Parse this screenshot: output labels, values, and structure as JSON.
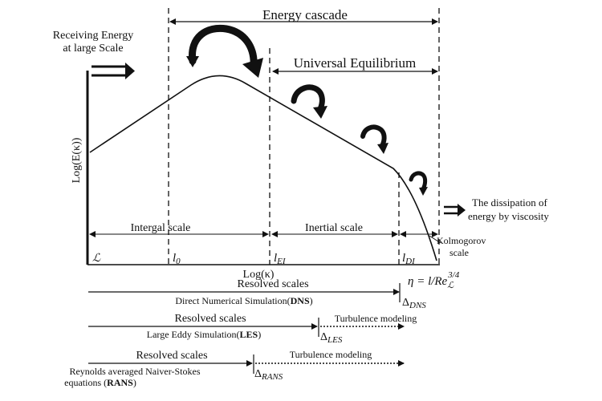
{
  "labels": {
    "energy_cascade": "Energy cascade",
    "receiving_line1": "Receiving Energy",
    "receiving_line2": "at large Scale",
    "universal_equilibrium": "Universal Equilibrium",
    "y_axis": "Log(E(κ))",
    "x_axis": "Log(κ)",
    "dissipation_line1": "The dissipation of",
    "dissipation_line2": "energy by viscosity",
    "integral_scale": "Intergal scale",
    "inertial_scale": "Inertial  scale",
    "kolmogorov_line1": "Kolmogorov",
    "kolmogorov_line2": "scale"
  },
  "scales": {
    "L": "ℒ",
    "l0": "l",
    "l0_sub": "0",
    "lEI": "l",
    "lEI_sub": "EI",
    "lDI": "l",
    "lDI_sub": "DI"
  },
  "eta": {
    "lhs": "η = l/Re",
    "sub": "ℒ",
    "sup": "3/4"
  },
  "dns": {
    "resolved": "Resolved scales",
    "name_prefix": "Direct Numerical Simulation(",
    "abbr": "DNS",
    "name_suffix": ")",
    "delta": "Δ",
    "delta_sub": "DNS"
  },
  "les": {
    "resolved": "Resolved scales",
    "modeling": "Turbulence modeling",
    "name_prefix": "Large Eddy Simulation(",
    "abbr": "LES",
    "name_suffix": ")",
    "delta": "Δ",
    "delta_sub": "LES"
  },
  "rans": {
    "resolved": "Resolved scales",
    "modeling": "Turbulence modeling",
    "line1": "Reynolds averaged Naiver-Stokes",
    "line2_prefix": "equations (",
    "abbr": "RANS",
    "line2_suffix": ")",
    "delta": "Δ",
    "delta_sub": "RANS"
  }
}
